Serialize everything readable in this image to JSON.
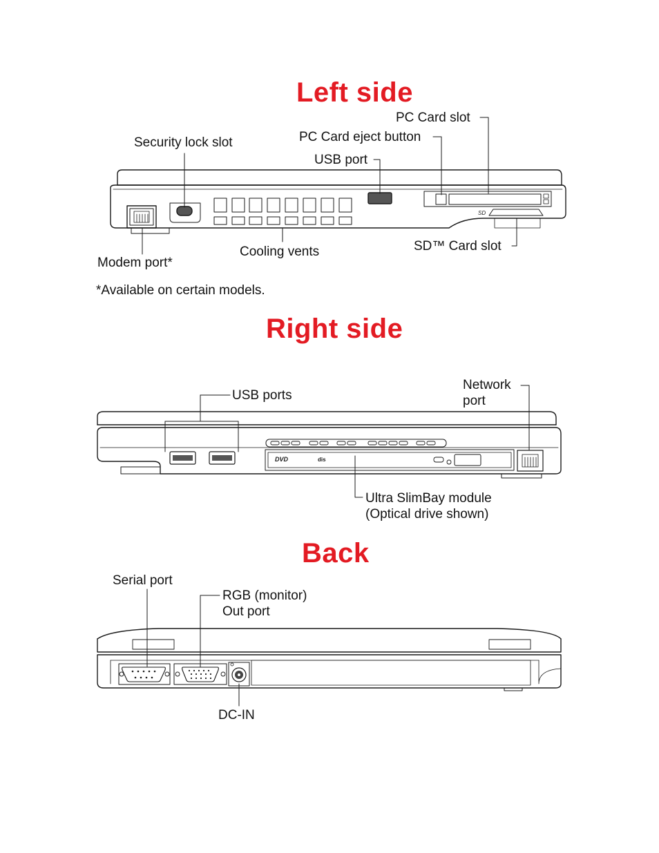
{
  "left_side": {
    "title": "Left side",
    "labels": {
      "pc_card_slot": "PC Card slot",
      "security_lock_slot": "Security lock slot",
      "pc_card_eject_button": "PC Card eject button",
      "usb_port": "USB port",
      "cooling_vents": "Cooling vents",
      "sd_card_slot": "SD™ Card slot",
      "modem_port": "Modem port*"
    },
    "footnote": "*Available on certain models."
  },
  "right_side": {
    "title": "Right side",
    "labels": {
      "usb_ports": "USB ports",
      "network_port_line1": "Network",
      "network_port_line2": "port",
      "slimbay_line1": "Ultra SlimBay module",
      "slimbay_line2": "(Optical drive shown)"
    }
  },
  "back": {
    "title": "Back",
    "labels": {
      "serial_port": "Serial port",
      "rgb_line1": "RGB (monitor)",
      "rgb_line2": "Out port",
      "dc_in": "DC-IN"
    }
  },
  "colors": {
    "title": "#e31b23",
    "line": "#1a1a1a"
  }
}
